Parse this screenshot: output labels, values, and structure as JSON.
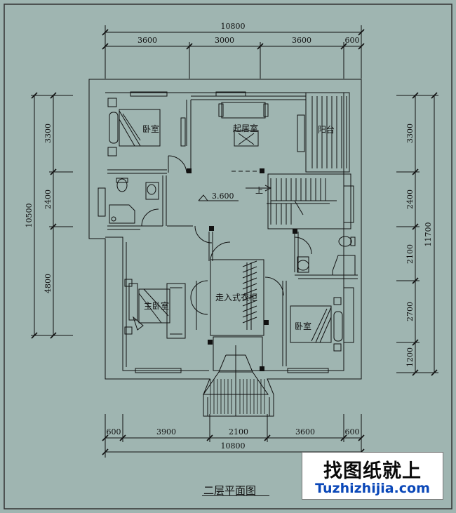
{
  "title": "二层平面图",
  "watermark": {
    "brand": "找图纸就上",
    "url": "Tuzhizhijia.com"
  },
  "dimensions": {
    "top_total": "10800",
    "top_segments": [
      "3600",
      "3000",
      "3600",
      "600"
    ],
    "bottom_segments": [
      "600",
      "3900",
      "2100",
      "3600",
      "600"
    ],
    "bottom_total": "10800",
    "left_total": "10500",
    "left_segments": [
      "3300",
      "2400",
      "4800"
    ],
    "right_total": "11700",
    "right_segments": [
      "3300",
      "2400",
      "2100",
      "2700",
      "1200"
    ]
  },
  "rooms": {
    "bedroom_nw": "卧室",
    "living": "起居室",
    "balcony": "阳台",
    "master_bedroom": "主卧室",
    "walk_in_closet": "走入式衣柜",
    "bedroom_se": "卧室"
  },
  "annotations": {
    "elevation": "3.600",
    "stair_up": "上"
  },
  "colors": {
    "background": "#9fb5b1",
    "lines": "#111111",
    "watermark_url": "#0a47b8"
  }
}
